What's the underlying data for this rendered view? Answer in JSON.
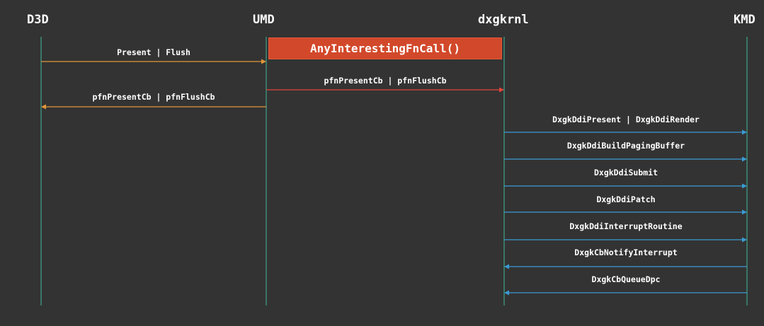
{
  "participants": [
    {
      "id": "d3d",
      "label": "D3D"
    },
    {
      "id": "umd",
      "label": "UMD"
    },
    {
      "id": "dxgkrnl",
      "label": "dxgkrnl"
    },
    {
      "id": "kmd",
      "label": "KMD"
    }
  ],
  "highlight": {
    "label": "AnyInterestingFnCall()",
    "color": "#d2482a"
  },
  "colors": {
    "lifeline": "#3fb89a",
    "arrow_orange": "#e0973a",
    "arrow_red": "#e0453a",
    "arrow_blue": "#3a9bd4"
  },
  "messages": [
    {
      "label": "Present | Flush",
      "from": "d3d",
      "to": "umd",
      "color": "arrow_orange"
    },
    {
      "label": "pfnPresentCb | pfnFlushCb",
      "from": "umd",
      "to": "dxgkrnl",
      "color": "arrow_red"
    },
    {
      "label": "pfnPresentCb | pfnFlushCb",
      "from": "umd",
      "to": "d3d",
      "color": "arrow_orange"
    },
    {
      "label": "DxgkDdiPresent | DxgkDdiRender",
      "from": "dxgkrnl",
      "to": "kmd",
      "color": "arrow_blue"
    },
    {
      "label": "DxgkDdiBuildPagingBuffer",
      "from": "dxgkrnl",
      "to": "kmd",
      "color": "arrow_blue"
    },
    {
      "label": "DxgkDdiSubmit",
      "from": "dxgkrnl",
      "to": "kmd",
      "color": "arrow_blue"
    },
    {
      "label": "DxgkDdiPatch",
      "from": "dxgkrnl",
      "to": "kmd",
      "color": "arrow_blue"
    },
    {
      "label": "DxgkDdiInterruptRoutine",
      "from": "dxgkrnl",
      "to": "kmd",
      "color": "arrow_blue"
    },
    {
      "label": "DxgkCbNotifyInterrupt",
      "from": "kmd",
      "to": "dxgkrnl",
      "color": "arrow_blue"
    },
    {
      "label": "DxgkCbQueueDpc",
      "from": "kmd",
      "to": "dxgkrnl",
      "color": "arrow_blue"
    }
  ]
}
